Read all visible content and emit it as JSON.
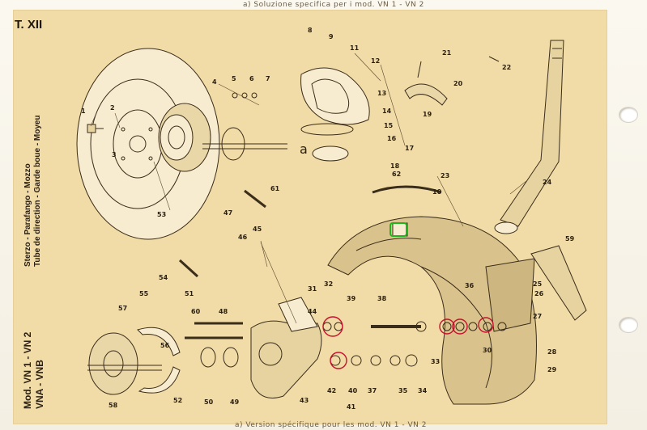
{
  "plate_code": "T. XII",
  "note_top": "a) Soluzione specifica per i mod. VN 1 - VN 2",
  "note_bottom": "a) Version spécifique pour les mod. VN 1 - VN 2",
  "title_italian": "Sterzo - Parafango - Mozzo",
  "title_french": "Tube de direction - Garde boue - Moyeu",
  "model_line_1": "Mod. VN 1 - VN 2",
  "model_line_2": "VNA - VNB",
  "inset_letter": "a",
  "colors": {
    "paper": "#f1dba6",
    "ink": "#2a2012",
    "highlight_red": "#c8102e",
    "highlight_green": "#1fb51f"
  },
  "callouts": [
    "1",
    "2",
    "3",
    "4",
    "5",
    "6",
    "7",
    "8",
    "9",
    "10",
    "11",
    "12",
    "13",
    "14",
    "15",
    "16",
    "17",
    "18",
    "19",
    "20",
    "21",
    "22",
    "23",
    "24",
    "25",
    "26",
    "27",
    "28",
    "29",
    "30",
    "31",
    "32",
    "33",
    "34",
    "35",
    "36",
    "37",
    "38",
    "39",
    "40",
    "41",
    "42",
    "43",
    "44",
    "45",
    "46",
    "47",
    "48",
    "49",
    "50",
    "51",
    "52",
    "53",
    "54",
    "55",
    "56",
    "57",
    "58",
    "59",
    "60",
    "61",
    "62"
  ]
}
